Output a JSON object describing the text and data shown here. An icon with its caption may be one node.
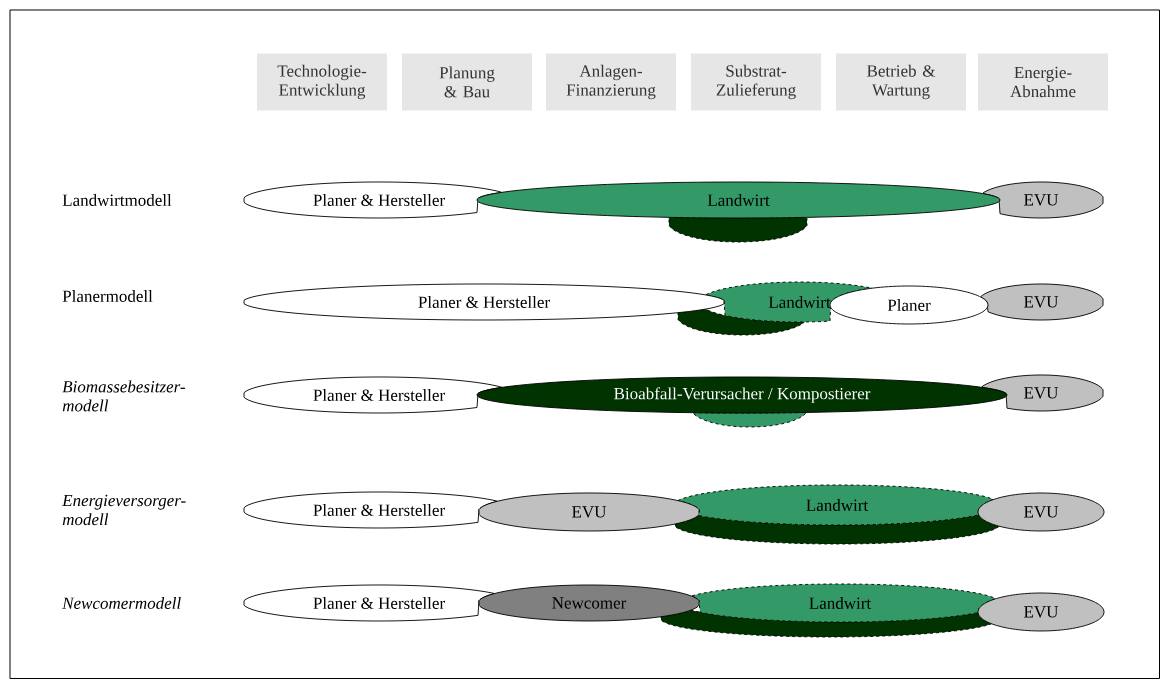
{
  "diagram": {
    "nodes": [
      {
        "text": [
          "Technologie-Entwicklung"
        ]
      },
      {
        "text": [
          "Planung & Bau"
        ]
      },
      {
        "text": [
          "Anlagen-Finanzierung"
        ]
      },
      {
        "text": [
          "Substrat-Zulieferung"
        ]
      },
      {
        "text": [
          "Betrieb & Wartung"
        ]
      },
      {
        "text": [
          "Energie-Abnahme"
        ]
      },
      {
        "text": [
          "Planer & Hersteller"
        ]
      },
      {
        "text": [],
        "shape": "ellipse"
      },
      {
        "text": [
          "Landwirt"
        ]
      },
      {
        "text": [
          "EVU"
        ]
      },
      {
        "text": [
          "Planer & Hersteller"
        ]
      },
      {
        "text": [],
        "shape": "ellipse"
      },
      {
        "text": [
          "Landwirt"
        ]
      },
      {
        "text": [
          "Planer"
        ]
      },
      {
        "text": [
          "EVU"
        ]
      },
      {
        "text": [
          "Planer & Hersteller"
        ]
      },
      {
        "text": [],
        "shape": "ellipse"
      },
      {
        "text": [
          "Bioabfall-Verursacher / Kompostierer"
        ]
      },
      {
        "text": [
          "EVU"
        ]
      },
      {
        "text": [
          "Planer & Hersteller"
        ]
      },
      {
        "text": [
          "EVU"
        ]
      },
      {
        "text": [],
        "shape": "ellipse"
      },
      {
        "text": [
          "Landwirt"
        ]
      },
      {
        "text": [
          "EVU"
        ]
      },
      {
        "text": [
          "Planer & Hersteller"
        ]
      },
      {
        "text": [
          "Newcomer"
        ]
      },
      {
        "text": [],
        "shape": "ellipse"
      },
      {
        "text": [
          "Landwirt"
        ]
      },
      {
        "text": [
          "EVU"
        ]
      }
    ],
    "labels": [
      "Landwirtmodell",
      "Planermodell",
      "Biomassebesitzer-modell",
      "Energieversorger-modell",
      "Newcomermodell"
    ]
  }
}
